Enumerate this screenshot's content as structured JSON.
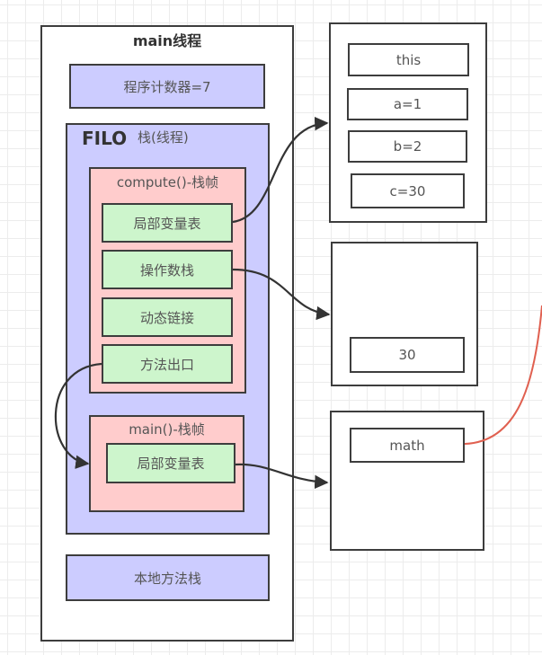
{
  "thread": {
    "title": "main线程",
    "program_counter": "程序计数器=7",
    "stack": {
      "filo_label": "FILO",
      "title": "栈(线程)",
      "frames": [
        {
          "title": "compute()-栈帧",
          "items": [
            "局部变量表",
            "操作数栈",
            "动态链接",
            "方法出口"
          ]
        },
        {
          "title": "main()-栈帧",
          "items": [
            "局部变量表"
          ]
        }
      ]
    },
    "native_stack": "本地方法栈"
  },
  "heap_boxes": [
    {
      "items": [
        "this",
        "a=1",
        "b=2",
        "c=30"
      ]
    },
    {
      "items": [
        "30"
      ]
    },
    {
      "items": [
        "math"
      ]
    }
  ],
  "colors": {
    "stack_fill": "#ccccff",
    "frame_fill": "#ffcccc",
    "slot_fill": "#cdf5cc",
    "arrow": "#333333",
    "reference_line": "#e06050"
  }
}
